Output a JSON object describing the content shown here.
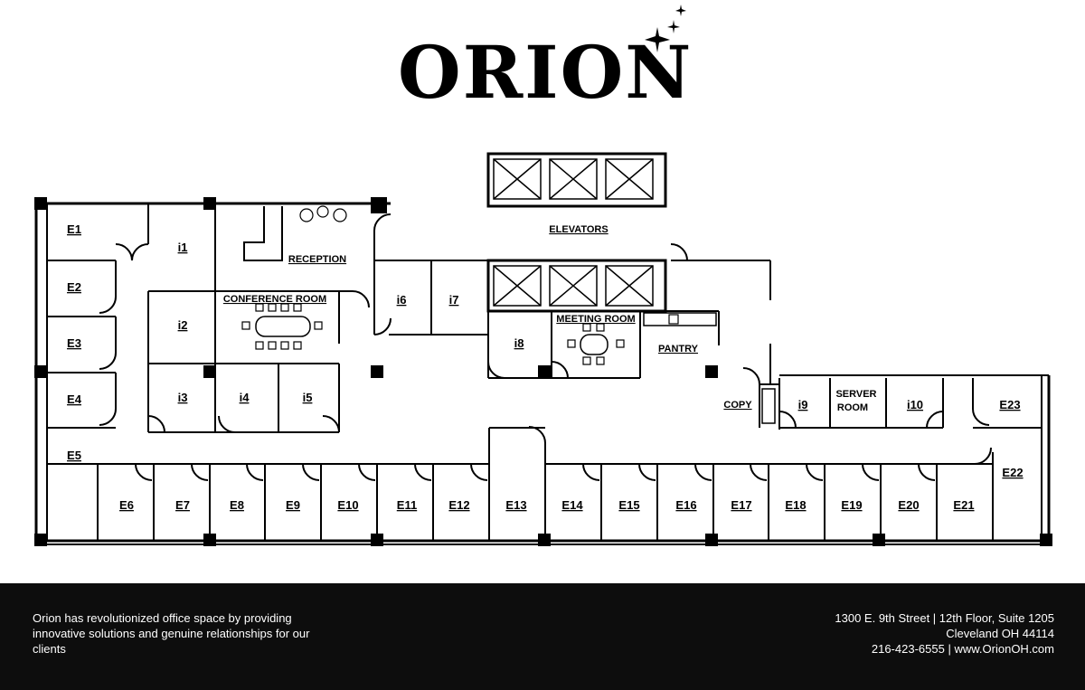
{
  "brand": {
    "name": "ORION"
  },
  "rooms": {
    "e1": "E1",
    "e2": "E2",
    "e3": "E3",
    "e4": "E4",
    "e5": "E5",
    "e6": "E6",
    "e7": "E7",
    "e8": "E8",
    "e9": "E9",
    "e10": "E10",
    "e11": "E11",
    "e12": "E12",
    "e13": "E13",
    "e14": "E14",
    "e15": "E15",
    "e16": "E16",
    "e17": "E17",
    "e18": "E18",
    "e19": "E19",
    "e20": "E20",
    "e21": "E21",
    "e22": "E22",
    "e23": "E23",
    "i1": "i1",
    "i2": "i2",
    "i3": "i3",
    "i4": "i4",
    "i5": "i5",
    "i6": "i6",
    "i7": "i7",
    "i8": "i8",
    "i9": "i9",
    "i10": "i10",
    "reception": "RECEPTION",
    "conference": "CONFERENCE ROOM",
    "meeting": "MEETING ROOM",
    "pantry": "PANTRY",
    "elevators": "ELEVATORS",
    "copy": "COPY",
    "server_line1": "SERVER",
    "server_line2": "ROOM"
  },
  "footer": {
    "tagline": "Orion has revolutionized office space by providing innovative solutions and genuine relationships for our clients",
    "address_line1": "1300 E. 9th Street | 12th Floor, Suite 1205",
    "address_line2": "Cleveland OH 44114",
    "phone": "216-423-6555",
    "separator": "|",
    "website": "www.OrionOH.com"
  }
}
